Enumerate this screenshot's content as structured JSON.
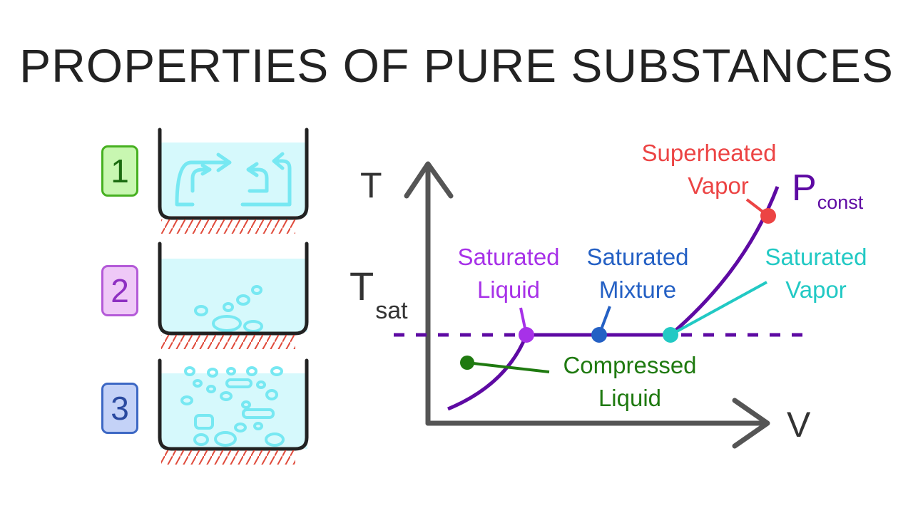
{
  "title": "PROPERTIES OF PURE SUBSTANCES",
  "colors": {
    "text": "#222222",
    "axis": "#555555",
    "curve": "#5e0aa3",
    "water_fill": "#d6f9fc",
    "water_stroke": "#77e8f2",
    "heat_hatch": "#e04b3c",
    "green": "#1f7a10",
    "purple": "#a731e8",
    "blue": "#2460c4",
    "teal": "#22c9c4",
    "red": "#ec4444"
  },
  "steps": [
    {
      "label": "1",
      "fill": "#c8f7b1",
      "border": "#46b020",
      "text": "#1b6b10",
      "content": "convection-currents"
    },
    {
      "label": "2",
      "fill": "#efc9f7",
      "border": "#b45ad8",
      "text": "#8e2fc2",
      "content": "few-bubbles"
    },
    {
      "label": "3",
      "fill": "#c4d2f7",
      "border": "#3d68c4",
      "text": "#2a4aa0",
      "content": "many-bubbles"
    }
  ],
  "diagram": {
    "y_axis_label": "T",
    "x_axis_label": "V",
    "tsat_label": "T",
    "tsat_subscript": "sat",
    "pressure_label": "P",
    "pressure_subscript": "const",
    "points": {
      "compressed_liquid": {
        "line1": "Compressed",
        "line2": "Liquid"
      },
      "saturated_liquid": {
        "line1": "Saturated",
        "line2": "Liquid"
      },
      "saturated_mixture": {
        "line1": "Saturated",
        "line2": "Mixture"
      },
      "saturated_vapor": {
        "line1": "Saturated",
        "line2": "Vapor"
      },
      "superheated_vapor": {
        "line1": "Superheated",
        "line2": "Vapor"
      }
    }
  }
}
